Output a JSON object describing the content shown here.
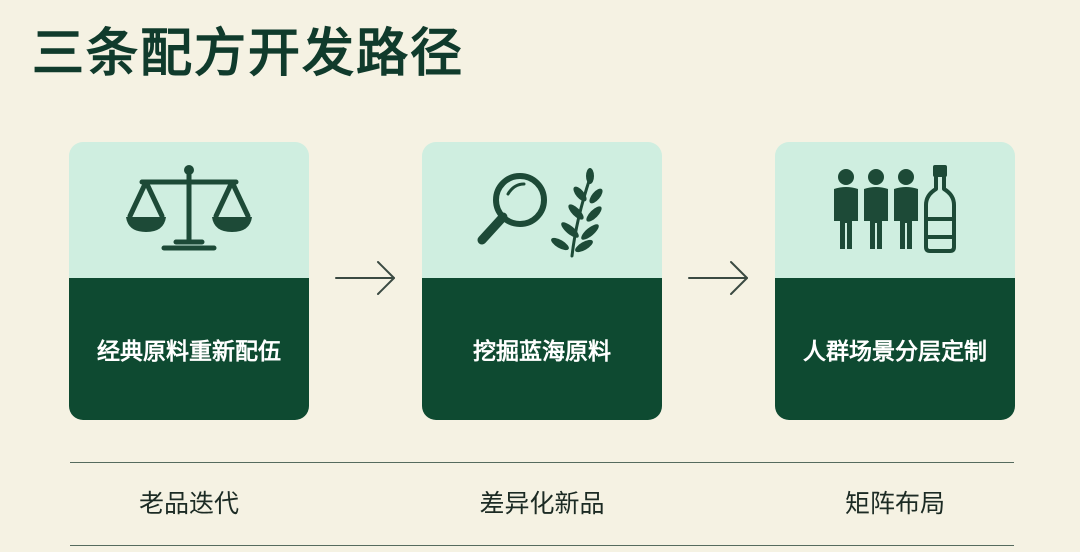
{
  "title": "三条配方开发路径",
  "cards": [
    {
      "icon": "balance-scale-icon",
      "label": "经典原料重新配伍",
      "bottom_label": "老品迭代"
    },
    {
      "icon": "magnifier-herb-icon",
      "label": "挖掘蓝海原料",
      "bottom_label": "差异化新品"
    },
    {
      "icon": "people-bottle-icon",
      "label": "人群场景分层定制",
      "bottom_label": "矩阵布局"
    }
  ],
  "colors": {
    "background": "#f5f2e3",
    "card_top": "#cfeee0",
    "card_bottom": "#0e4a31",
    "title": "#103b2c",
    "icon": "#1d4a37"
  }
}
